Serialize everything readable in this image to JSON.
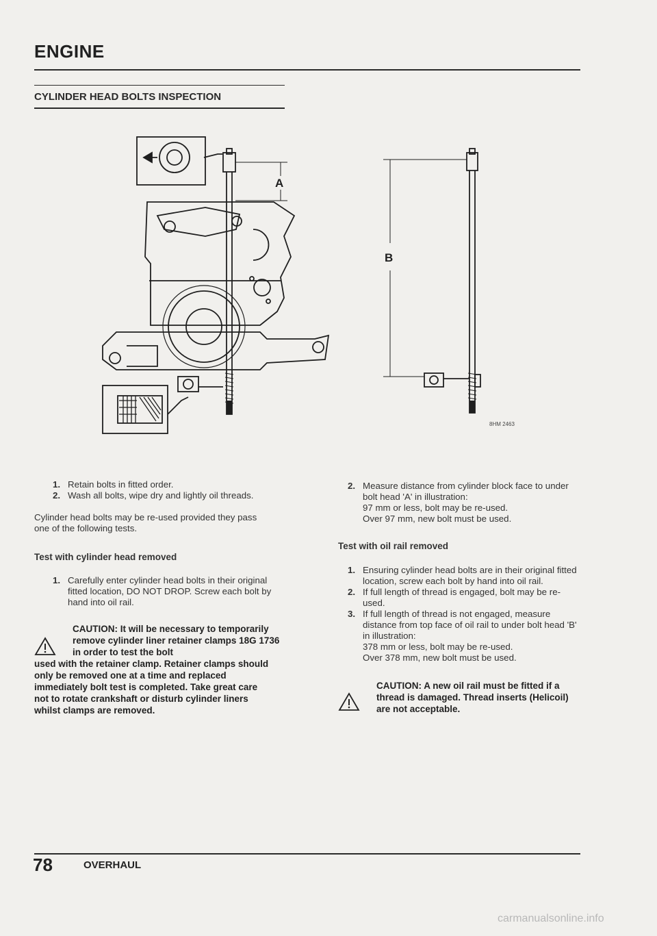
{
  "header": {
    "title": "ENGINE"
  },
  "section": {
    "title": "CYLINDER HEAD BOLTS INSPECTION"
  },
  "figure": {
    "label_a": "A",
    "label_b": "B",
    "code": "8HM 2463"
  },
  "left": {
    "steps": [
      {
        "n": "1.",
        "text": "Retain bolts in fitted order."
      },
      {
        "n": "2.",
        "text": "Wash all bolts, wipe dry and lightly oil threads."
      }
    ],
    "para": "Cylinder head bolts may be re-used provided they pass one of the following tests.",
    "subheading": "Test with cylinder head removed",
    "sub_steps": [
      {
        "n": "1.",
        "text": "Carefully enter cylinder head bolts in their original fitted location, DO NOT DROP. Screw each bolt by hand into oil rail."
      }
    ],
    "caution_lead": "CAUTION: It will be necessary to temporarily remove cylinder liner retainer clamps 18G 1736 in order to test the bolt",
    "caution_rest": "used with the retainer clamp. Retainer clamps should only be removed one at a time and replaced immediately bolt test is completed. Take great care not to rotate crankshaft or disturb cylinder liners whilst clamps are removed."
  },
  "right": {
    "steps": [
      {
        "n": "2.",
        "text": "Measure distance from cylinder block face to under bolt head 'A' in illustration:",
        "lines": [
          "97 mm or less, bolt may be re-used.",
          "Over 97 mm, new bolt must be used."
        ]
      }
    ],
    "subheading": "Test with oil rail removed",
    "sub_steps": [
      {
        "n": "1.",
        "text": "Ensuring cylinder head bolts are in their original fitted location, screw each bolt by hand into oil rail."
      },
      {
        "n": "2.",
        "text": "If full length of thread is engaged, bolt may be re-used."
      },
      {
        "n": "3.",
        "text": "If full length of thread is not engaged, measure distance from top face of oil rail to under bolt head 'B' in illustration:",
        "lines": [
          "378 mm or less, bolt may be re-used.",
          "Over 378 mm, new bolt must be used."
        ]
      }
    ],
    "caution": "CAUTION: A new oil rail must be fitted if a thread is damaged. Thread inserts (Helicoil) are not acceptable."
  },
  "footer": {
    "page_number": "78",
    "label": "OVERHAUL"
  },
  "watermark": {
    "text": "carmanualsonline.info"
  }
}
